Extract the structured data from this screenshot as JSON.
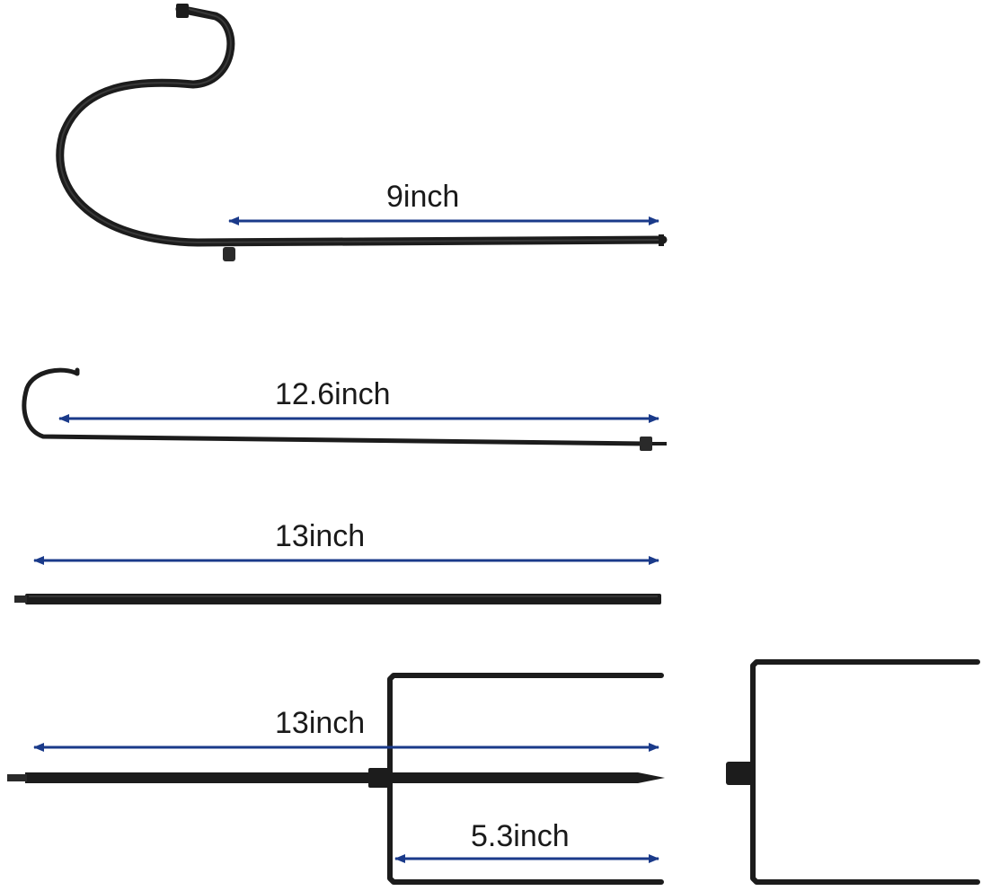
{
  "colors": {
    "background": "#ffffff",
    "rod": "#1c1c1c",
    "rod_highlight": "#555555",
    "arrow": "#1a3a8a",
    "label": "#1a1a1a"
  },
  "parts": {
    "s_hook": {
      "name": "s-hook-arm",
      "dimension": "9inch"
    },
    "j_hook": {
      "name": "j-hook-arm",
      "dimension": "12.6inch"
    },
    "straight_rod": {
      "name": "straight-extension-rod",
      "dimension": "13inch"
    },
    "stake_rod": {
      "name": "ground-stake-rod",
      "dimension": "13inch",
      "fork_dimension": "5.3inch"
    },
    "stake_fork": {
      "name": "ground-stake-fork"
    }
  }
}
